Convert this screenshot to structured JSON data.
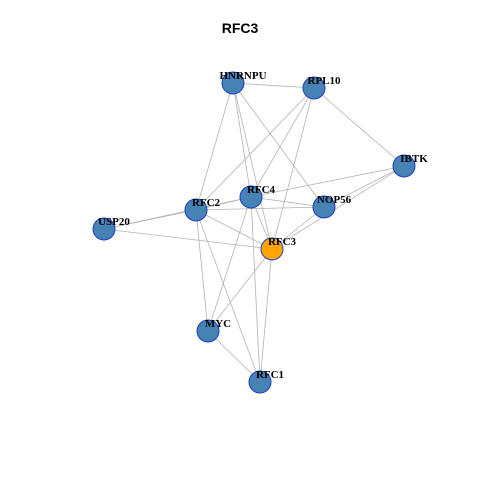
{
  "title": "RFC3",
  "colors": {
    "node_fill": "#4682B4",
    "node_stroke": "#1E3FBF",
    "center_fill": "#FFA500",
    "edge": "#B3B3B3"
  },
  "nodes": [
    {
      "id": "HNRNPU",
      "label": "HNRNPU",
      "highlight": false
    },
    {
      "id": "RPL10",
      "label": "RPL10",
      "highlight": false
    },
    {
      "id": "IBTK",
      "label": "IBTK",
      "highlight": false
    },
    {
      "id": "RFC4",
      "label": "RFC4",
      "highlight": false
    },
    {
      "id": "NOP56",
      "label": "NOP56",
      "highlight": false
    },
    {
      "id": "RFC2",
      "label": "RFC2",
      "highlight": false
    },
    {
      "id": "USP20",
      "label": "USP20",
      "highlight": false
    },
    {
      "id": "RFC3",
      "label": "RFC3",
      "highlight": true
    },
    {
      "id": "MYC",
      "label": "MYC",
      "highlight": false
    },
    {
      "id": "RFC1",
      "label": "RFC1",
      "highlight": false
    }
  ],
  "edges": [
    [
      "HNRNPU",
      "RPL10"
    ],
    [
      "HNRNPU",
      "RFC4"
    ],
    [
      "HNRNPU",
      "RFC2"
    ],
    [
      "HNRNPU",
      "RFC3"
    ],
    [
      "HNRNPU",
      "NOP56"
    ],
    [
      "RPL10",
      "IBTK"
    ],
    [
      "RPL10",
      "RFC4"
    ],
    [
      "RPL10",
      "RFC2"
    ],
    [
      "RPL10",
      "RFC3"
    ],
    [
      "IBTK",
      "RFC4"
    ],
    [
      "IBTK",
      "NOP56"
    ],
    [
      "IBTK",
      "RFC3"
    ],
    [
      "RFC4",
      "RFC2"
    ],
    [
      "RFC4",
      "NOP56"
    ],
    [
      "RFC4",
      "RFC3"
    ],
    [
      "RFC4",
      "MYC"
    ],
    [
      "RFC4",
      "RFC1"
    ],
    [
      "RFC2",
      "USP20"
    ],
    [
      "RFC2",
      "NOP56"
    ],
    [
      "RFC2",
      "RFC3"
    ],
    [
      "RFC2",
      "MYC"
    ],
    [
      "RFC2",
      "RFC1"
    ],
    [
      "USP20",
      "RFC4"
    ],
    [
      "USP20",
      "RFC3"
    ],
    [
      "NOP56",
      "RFC3"
    ],
    [
      "RFC3",
      "MYC"
    ],
    [
      "RFC3",
      "RFC1"
    ],
    [
      "MYC",
      "RFC1"
    ]
  ]
}
